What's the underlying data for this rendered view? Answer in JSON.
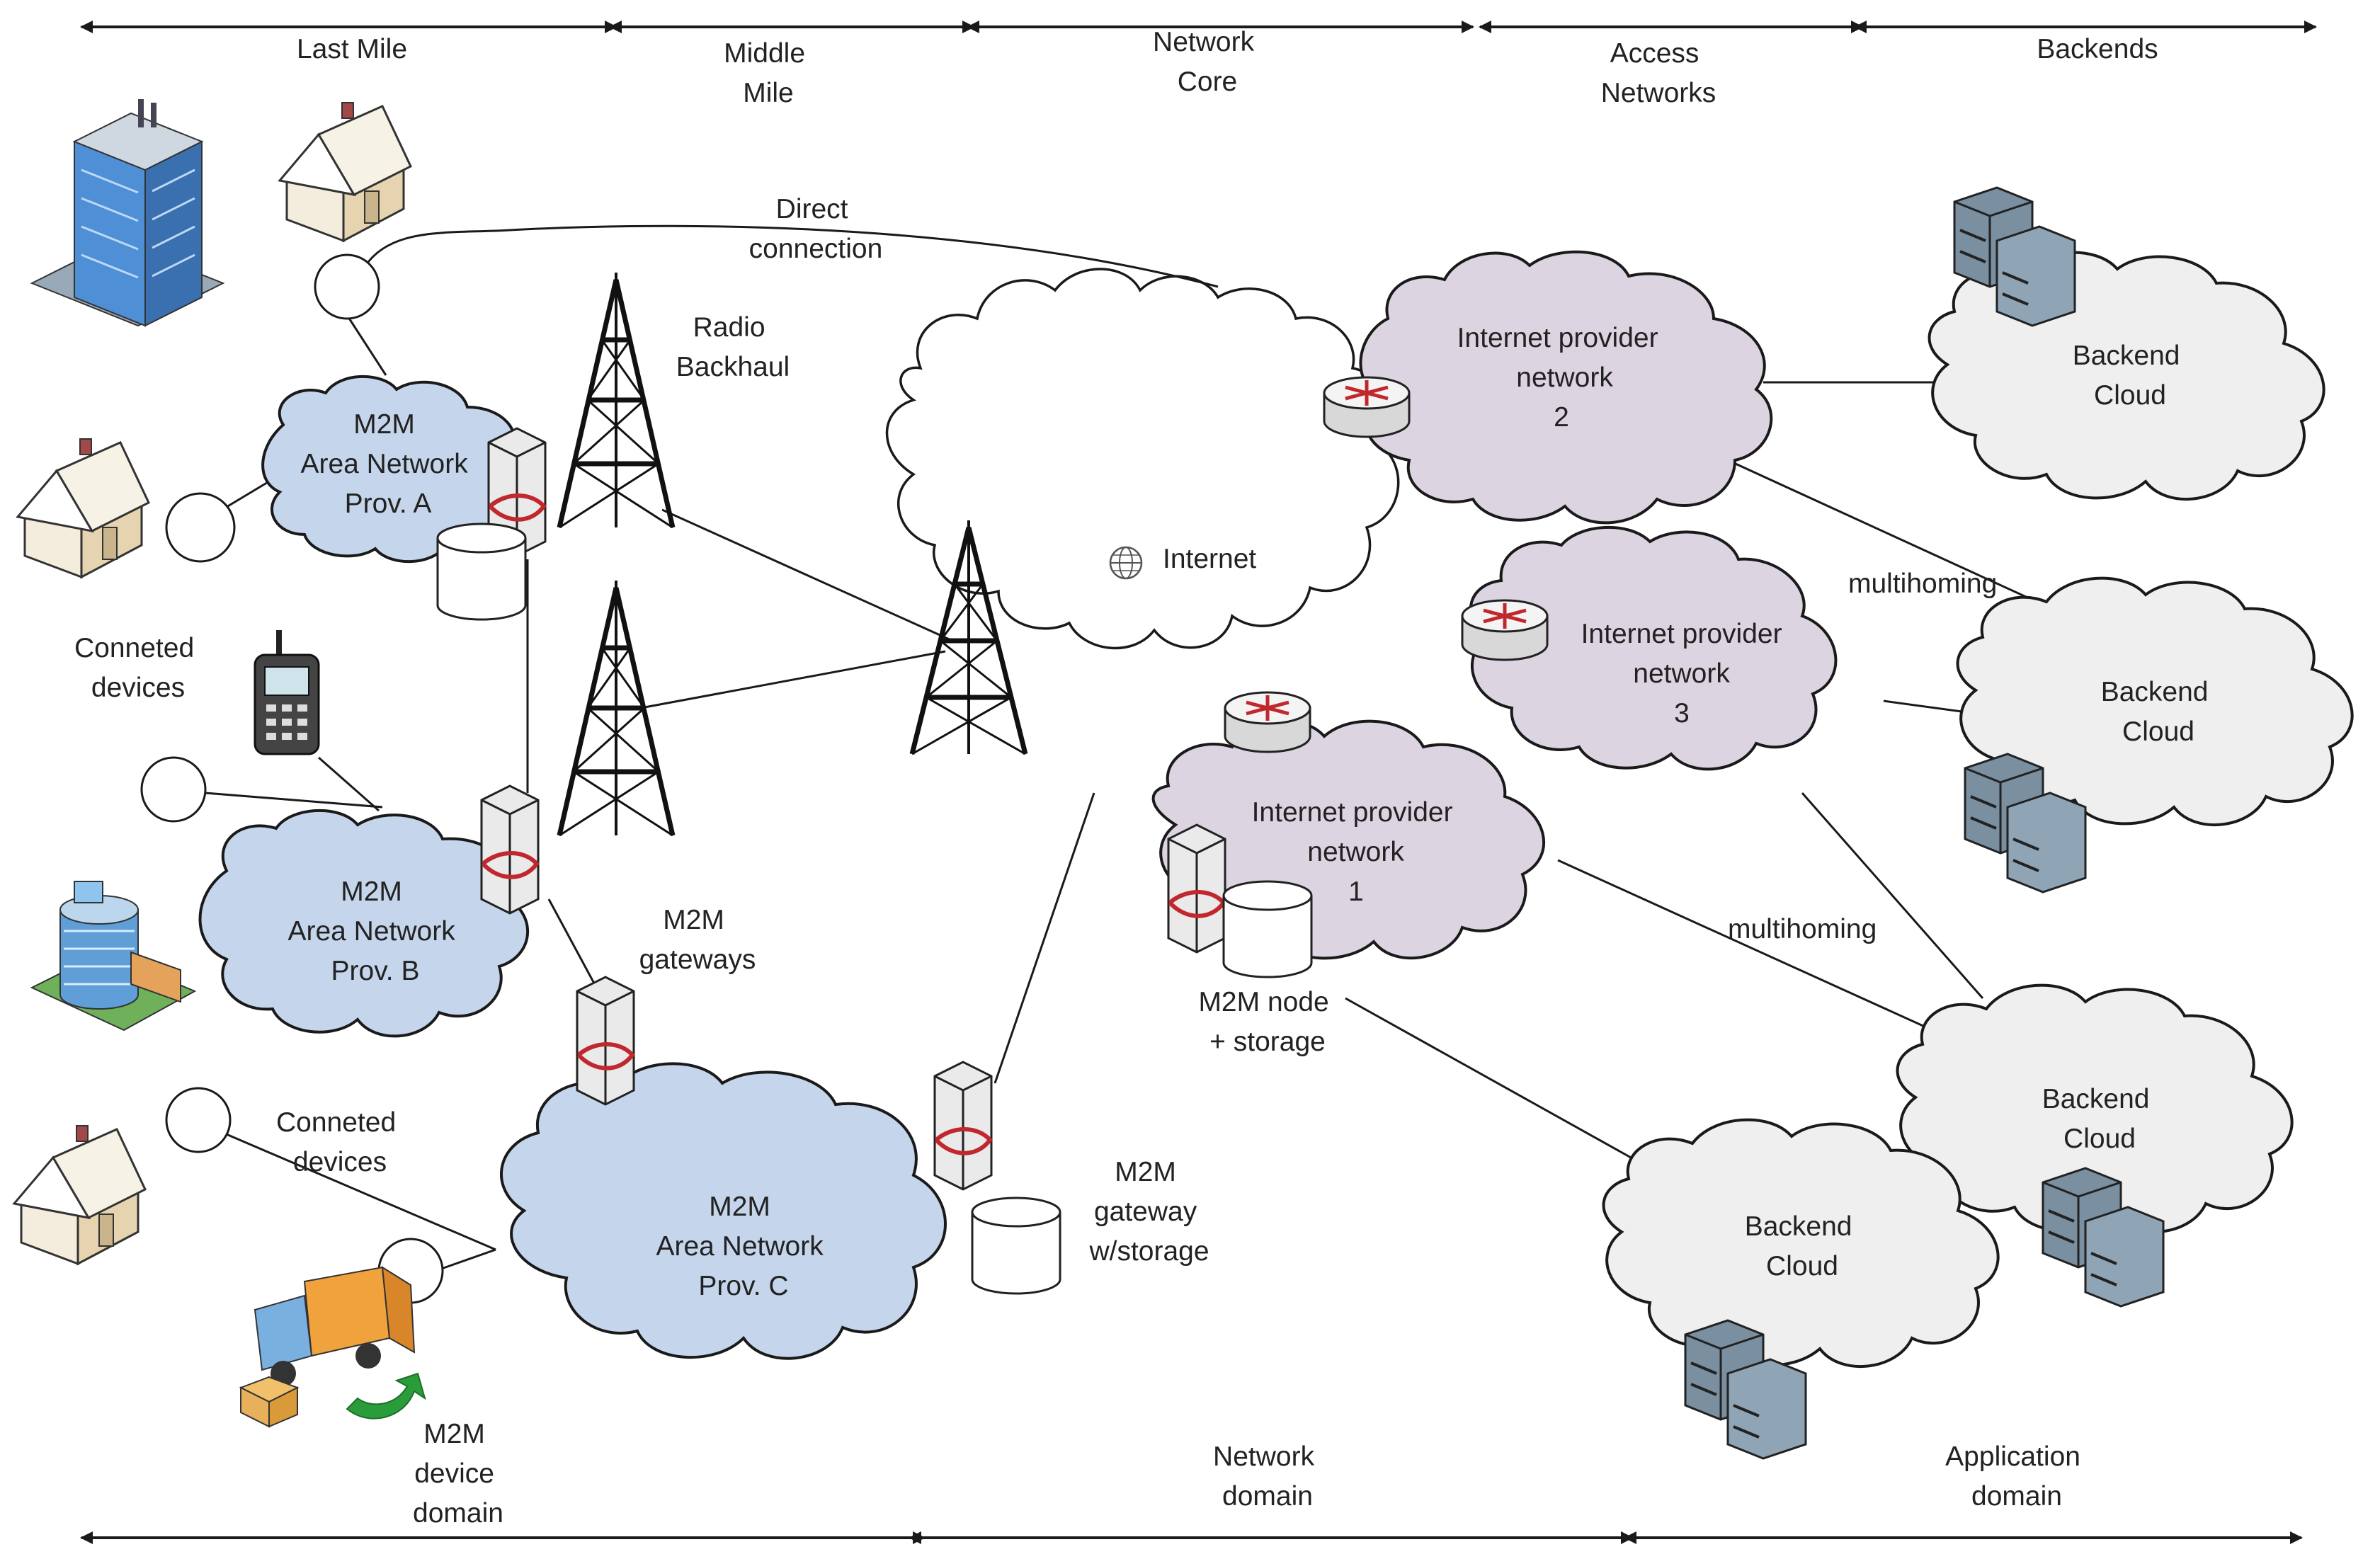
{
  "layers_top": {
    "last_mile": "Last Mile",
    "middle_mile": [
      "Middle",
      "Mile"
    ],
    "network_core": [
      "Network",
      "Core"
    ],
    "access_networks": [
      "Access",
      "Networks"
    ],
    "backends": "Backends"
  },
  "domains_bottom": {
    "device_domain": [
      "M2M",
      "device",
      "domain"
    ],
    "network_domain": [
      "Network",
      "domain"
    ],
    "application_domain": [
      "Application",
      "domain"
    ]
  },
  "labels": {
    "direct_connection": [
      "Direct",
      "connection"
    ],
    "radio_backhaul": [
      "Radio",
      "Backhaul"
    ],
    "internet": "Internet",
    "connected_devices_1": [
      "Conneted",
      "devices"
    ],
    "connected_devices_2": [
      "Conneted",
      "devices"
    ],
    "m2m_gateways": [
      "M2M",
      "gateways"
    ],
    "m2m_node_storage": [
      "M2M node",
      "+ storage"
    ],
    "m2m_gateway_storage": [
      "M2M",
      "gateway",
      "w/storage"
    ],
    "multihoming_1": "multihoming",
    "multihoming_2": "multihoming"
  },
  "area_networks": {
    "a": [
      "M2M",
      "Area Network",
      "Prov. A"
    ],
    "b": [
      "M2M",
      "Area Network",
      "Prov. B"
    ],
    "c": [
      "M2M",
      "Area Network",
      "Prov. C"
    ]
  },
  "provider_networks": {
    "p1": [
      "Internet provider",
      "network",
      "1"
    ],
    "p2": [
      "Internet provider",
      "network",
      "2"
    ],
    "p3": [
      "Internet provider",
      "network",
      "3"
    ]
  },
  "backend_clouds": {
    "b1": [
      "Backend",
      "Cloud"
    ],
    "b2": [
      "Backend",
      "Cloud"
    ],
    "b3": [
      "Backend",
      "Cloud"
    ],
    "b4": [
      "Backend",
      "Cloud"
    ]
  },
  "colors": {
    "area_network_fill": "#c5d6ec",
    "provider_network_fill": "#ddd4e2",
    "backend_cloud_fill": "#efefef"
  }
}
